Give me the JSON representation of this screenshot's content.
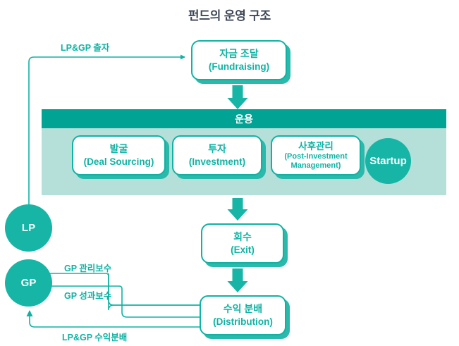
{
  "title": "펀드의 운영 구조",
  "colors": {
    "title_text": "#3d4756",
    "teal": "#0fb3a3",
    "teal_dark": "#00a394",
    "teal_circle": "#16b5a6",
    "panel_light": "#b5e0da",
    "box_fill": "#ffffff",
    "shadow": "#2ab9aa"
  },
  "operations": {
    "header": "운용",
    "steps": [
      {
        "ko": "발굴",
        "en": "(Deal Sourcing)"
      },
      {
        "ko": "투자",
        "en": "(Investment)"
      },
      {
        "ko": "사후관리",
        "en": "(Post-Investment",
        "en2": "Management)"
      }
    ],
    "target": "Startup"
  },
  "nodes": {
    "fundraising": {
      "ko": "자금 조달",
      "en": "(Fundraising)"
    },
    "exit": {
      "ko": "회수",
      "en": "(Exit)"
    },
    "distribution": {
      "ko": "수익 분배",
      "en": "(Distribution)"
    }
  },
  "actors": {
    "lp": "LP",
    "gp": "GP"
  },
  "edges": {
    "contribution": "LP&GP 출자",
    "management_fee": "GP 관리보수",
    "carried_interest": "GP 성과보수",
    "profit_distribution": "LP&GP 수익분배"
  }
}
